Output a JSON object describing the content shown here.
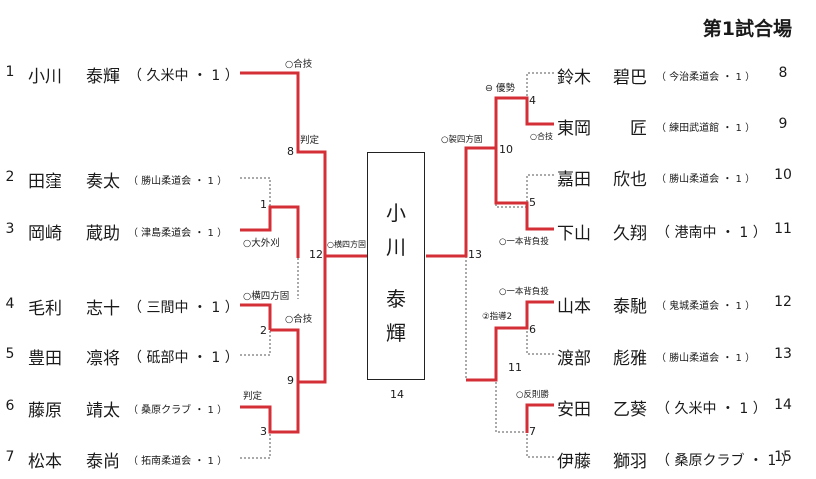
{
  "venue_title": "第1試合場",
  "champion": {
    "name_chars": [
      "小",
      "川",
      "泰",
      "輝"
    ],
    "final_match_number": "14"
  },
  "left_entries": [
    {
      "seed": "1",
      "surname": "小川",
      "given": "泰輝",
      "club": "（ 久米中 ・ 1 ）",
      "club_small": false
    },
    {
      "seed": "2",
      "surname": "田窪",
      "given": "奏太",
      "club": "（ 勝山柔道会 ・ 1 ）",
      "club_small": true
    },
    {
      "seed": "3",
      "surname": "岡崎",
      "given": "蔵助",
      "club": "（ 津島柔道会 ・ 1 ）",
      "club_small": true
    },
    {
      "seed": "4",
      "surname": "毛利",
      "given": "志十",
      "club": "（ 三間中 ・ 1 ）",
      "club_small": false
    },
    {
      "seed": "5",
      "surname": "豊田",
      "given": "凛将",
      "club": "（ 砥部中 ・ 1 ）",
      "club_small": false
    },
    {
      "seed": "6",
      "surname": "藤原",
      "given": "靖太",
      "club": "（ 桑原クラブ ・ 1 ）",
      "club_small": true
    },
    {
      "seed": "7",
      "surname": "松本",
      "given": "泰尚",
      "club": "（ 拓南柔道会 ・ 1 ）",
      "club_small": true
    }
  ],
  "right_entries": [
    {
      "seed": "8",
      "surname": "鈴木",
      "given": "碧巴",
      "club": "（ 今治柔道会 ・ 1 ）",
      "club_small": true
    },
    {
      "seed": "9",
      "surname": "東岡",
      "given": "匠",
      "club": "（ 練田武道館 ・ 1 ）",
      "club_small": true
    },
    {
      "seed": "10",
      "surname": "嘉田",
      "given": "欣也",
      "club": "（ 勝山柔道会 ・ 1 ）",
      "club_small": true
    },
    {
      "seed": "11",
      "surname": "下山",
      "given": "久翔",
      "club": "（ 港南中 ・ 1 ）",
      "club_small": false
    },
    {
      "seed": "12",
      "surname": "山本",
      "given": "泰馳",
      "club": "（ 鬼城柔道会 ・ 1 ）",
      "club_small": true
    },
    {
      "seed": "13",
      "surname": "渡部",
      "given": "彪雅",
      "club": "（ 勝山柔道会 ・ 1 ）",
      "club_small": true
    },
    {
      "seed": "14",
      "surname": "安田",
      "given": "乙葵",
      "club": "（ 久米中 ・ 1 ）",
      "club_small": false
    },
    {
      "seed": "15",
      "surname": "伊藤",
      "given": "獅羽",
      "club": "（ 桑原クラブ ・ 1 ）",
      "club_small": true
    }
  ],
  "match_numbers": [
    "1",
    "2",
    "3",
    "4",
    "5",
    "6",
    "7",
    "8",
    "9",
    "10",
    "11",
    "12",
    "13"
  ],
  "results": {
    "m8_top": "○合技",
    "m8_judge": "判定",
    "m1": "○大外刈",
    "m2_top": "○横四方固",
    "m2_bottom": "○合技",
    "m3": "判定",
    "m12": "○横四方固",
    "m10": "○袈四方固",
    "m4_top": "⊖ 優勢",
    "m4_bottom": "○合技",
    "m5": "○一本背負投",
    "m6_top": "○一本背負投",
    "m6_bottom": "②指導2",
    "m7": "○反則勝"
  },
  "colors": {
    "winner_line": "#d42f37",
    "loser_line": "#555555"
  }
}
